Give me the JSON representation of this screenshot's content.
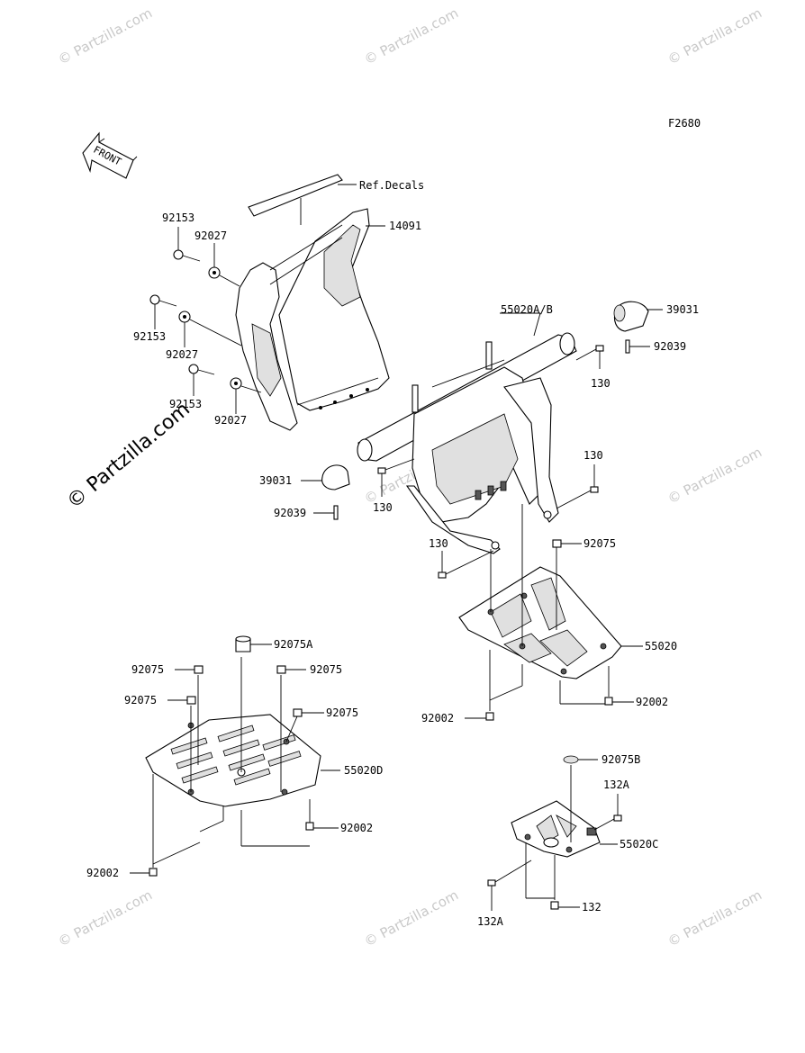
{
  "diagram": {
    "code": "F2680",
    "front_label": "FRONT",
    "ref_label": "Ref.Decals",
    "copyright": "© Partzilla.com",
    "watermark": "© Partzilla.com",
    "parts": {
      "p14091": "14091",
      "p92153a": "92153",
      "p92027a": "92027",
      "p92153b": "92153",
      "p92027b": "92027",
      "p92153c": "92153",
      "p92027c": "92027",
      "p55020ab": "55020A/B",
      "p39031a": "39031",
      "p92039a": "92039",
      "p130a": "130",
      "p39031b": "39031",
      "p92039b": "92039",
      "p130b": "130",
      "p130c": "130",
      "p130d": "130",
      "p92075r": "92075",
      "p55020": "55020",
      "p92002r1": "92002",
      "p92002r2": "92002",
      "p92075A": "92075A",
      "p92075l1": "92075",
      "p92075l2": "92075",
      "p92075l3": "92075",
      "p92075l4": "92075",
      "p55020D": "55020D",
      "p92002l1": "92002",
      "p92002l2": "92002",
      "p92075B": "92075B",
      "p132A1": "132A",
      "p55020C": "55020C",
      "p132A2": "132A",
      "p132": "132"
    }
  }
}
